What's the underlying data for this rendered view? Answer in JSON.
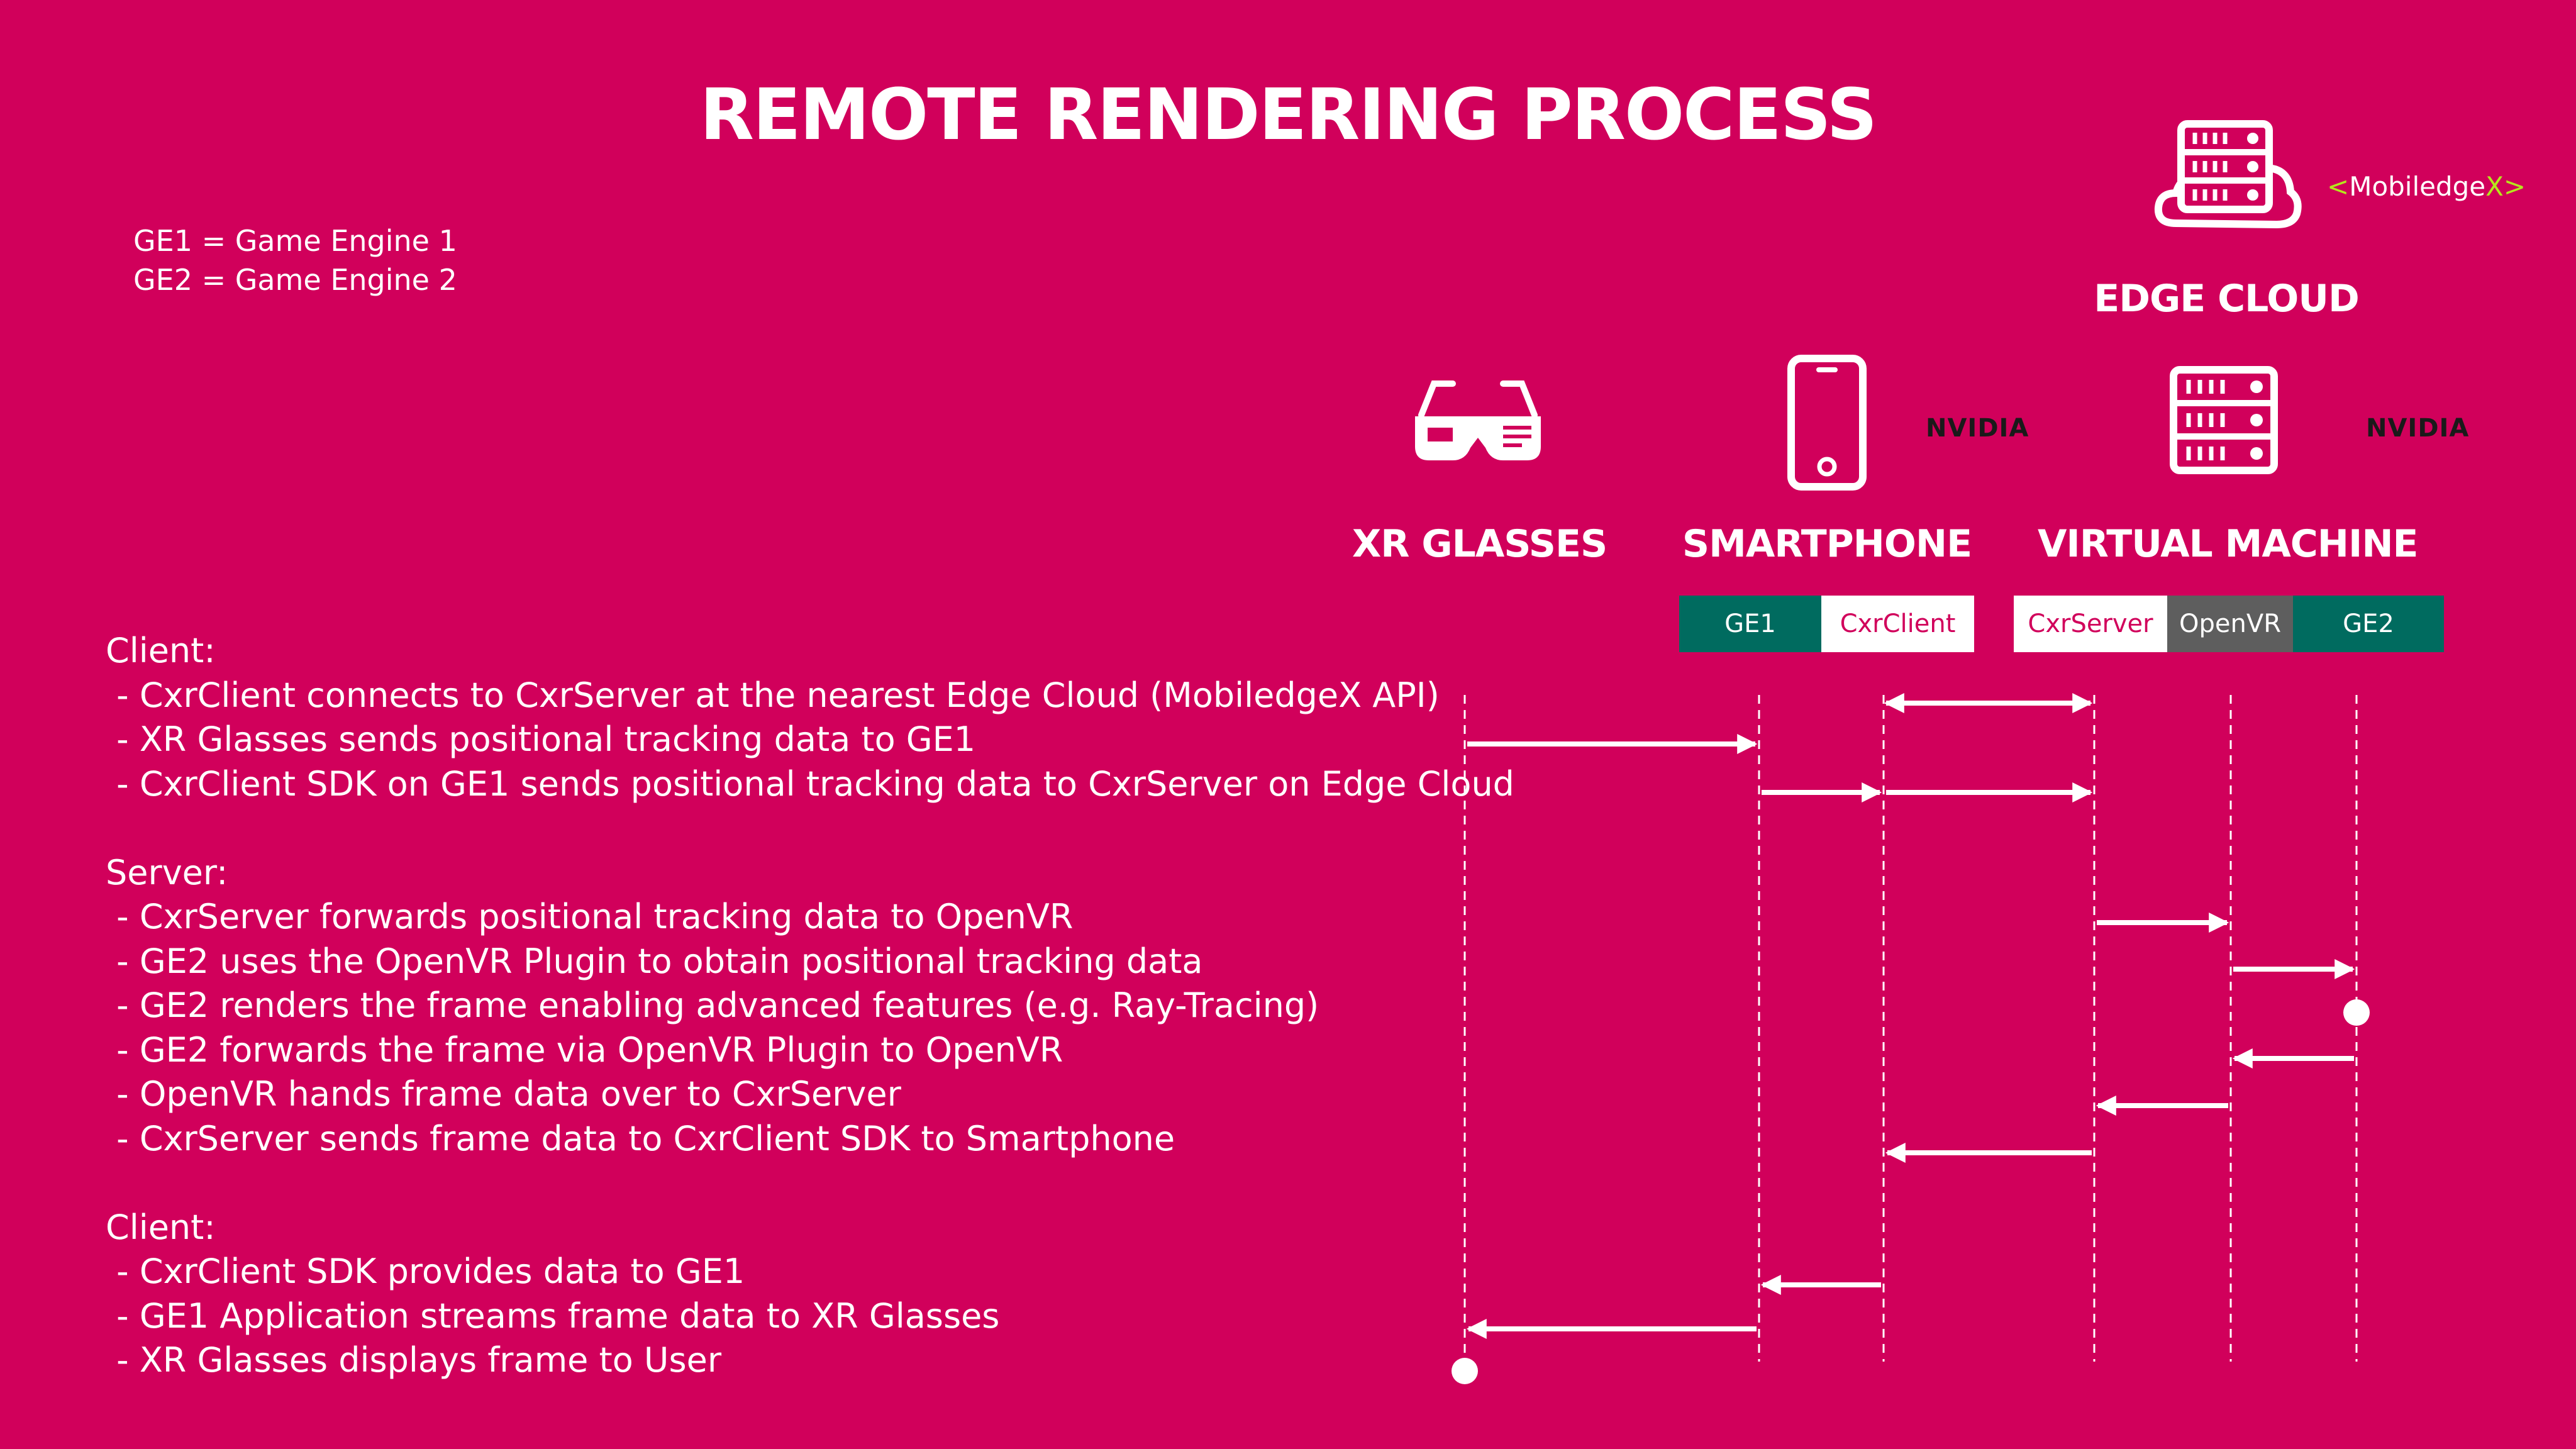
{
  "title": "REMOTE RENDERING PROCESS",
  "legend": [
    "GE1 = Game Engine 1",
    "GE2 = Game Engine 2"
  ],
  "steps": [
    {
      "text": "Client:",
      "heading": true
    },
    {
      "text": " - CxrClient connects to CxrServer at the nearest Edge Cloud (MobiledgeX API)"
    },
    {
      "text": " - XR Glasses sends positional tracking data to GE1"
    },
    {
      "text": " - CxrClient SDK on GE1 sends positional tracking data to CxrServer on Edge Cloud"
    },
    {
      "text": ""
    },
    {
      "text": "Server:",
      "heading": true
    },
    {
      "text": " - CxrServer forwards positional tracking data to OpenVR"
    },
    {
      "text": " - GE2 uses the OpenVR Plugin to obtain positional tracking data"
    },
    {
      "text": " - GE2 renders the frame enabling advanced features (e.g. Ray-Tracing)"
    },
    {
      "text": " - GE2 forwards the frame via OpenVR Plugin to OpenVR"
    },
    {
      "text": " - OpenVR hands frame data over to CxrServer"
    },
    {
      "text": " - CxrServer sends frame data to CxrClient SDK to Smartphone"
    },
    {
      "text": ""
    },
    {
      "text": "Client:",
      "heading": true
    },
    {
      "text": " - CxrClient SDK provides data to GE1"
    },
    {
      "text": " - GE1 Application streams frame data to XR Glasses"
    },
    {
      "text": " - XR Glasses displays frame to User"
    }
  ],
  "actors": {
    "edge_cloud": "EDGE CLOUD",
    "xr_glasses": "XR GLASSES",
    "smartphone": "SMARTPHONE",
    "virtual_machine": "VIRTUAL MACHINE"
  },
  "brands": {
    "nvidia": "NVIDIA",
    "mobiledge_prefix": "<",
    "mobiledge_name": "Mobiledge",
    "mobiledge_suffix": "X>"
  },
  "components": {
    "ge1": "GE1",
    "cxrclient": "CxrClient",
    "cxrserver": "CxrServer",
    "openvr": "OpenVR",
    "ge2": "GE2"
  },
  "lifelines": [
    "XR Glasses",
    "GE1",
    "CxrClient",
    "CxrServer",
    "OpenVR",
    "GE2"
  ],
  "messages": [
    {
      "from": "CxrClient",
      "to": "CxrServer",
      "bidirectional": true
    },
    {
      "from": "XR Glasses",
      "to": "GE1"
    },
    {
      "from": "GE1",
      "to": "CxrClient"
    },
    {
      "from": "CxrClient",
      "to": "CxrServer"
    },
    {
      "from": "CxrServer",
      "to": "OpenVR"
    },
    {
      "from": "OpenVR",
      "to": "GE2"
    },
    {
      "from": "GE2",
      "to": "GE2",
      "self_event": true
    },
    {
      "from": "GE2",
      "to": "OpenVR"
    },
    {
      "from": "OpenVR",
      "to": "CxrServer"
    },
    {
      "from": "CxrServer",
      "to": "CxrClient"
    },
    {
      "from": "CxrClient",
      "to": "GE1"
    },
    {
      "from": "GE1",
      "to": "XR Glasses"
    },
    {
      "from": "XR Glasses",
      "to": "XR Glasses",
      "self_event": true
    }
  ],
  "colors": {
    "background": "#D1005B",
    "component_teal": "#006B5F",
    "component_gray": "#5e5e5e",
    "mobiledge_accent": "#b5e61d"
  }
}
